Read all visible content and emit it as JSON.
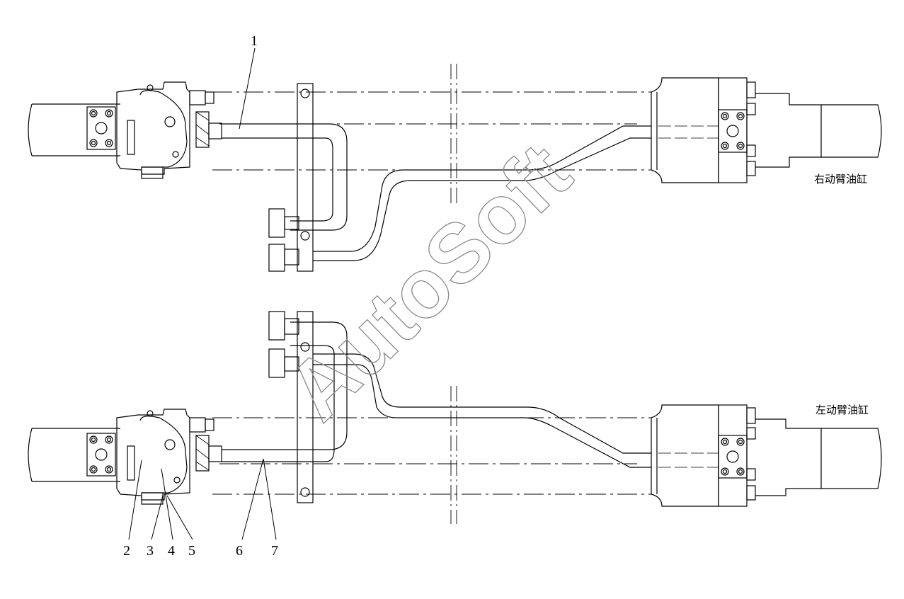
{
  "labels": {
    "right_cylinder": "右动臂油缸",
    "left_cylinder": "左动臂油缸"
  },
  "callouts": [
    {
      "id": "1",
      "text": "1"
    },
    {
      "id": "2",
      "text": "2"
    },
    {
      "id": "3",
      "text": "3"
    },
    {
      "id": "4",
      "text": "4"
    },
    {
      "id": "5",
      "text": "5"
    },
    {
      "id": "6",
      "text": "6"
    },
    {
      "id": "7",
      "text": "7"
    }
  ],
  "watermark": "AutoSoft",
  "colors": {
    "line": "#000000",
    "watermark": "#8a8a8a",
    "background": "#ffffff"
  }
}
